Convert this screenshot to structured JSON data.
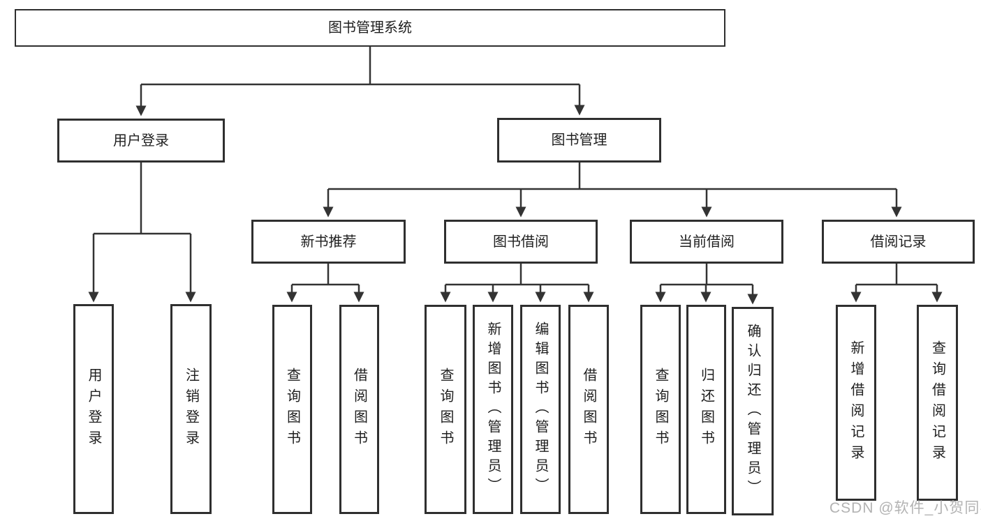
{
  "diagram": {
    "title_node": "图书管理系统",
    "level2": {
      "user_login": "用户登录",
      "book_management": "图书管理"
    },
    "level3": {
      "new_book_recommend": "新书推荐",
      "book_borrow": "图书借阅",
      "current_borrow": "当前借阅",
      "borrow_records": "借阅记录"
    },
    "leaves": {
      "login": "用户登录",
      "logout": "注销登录",
      "nb_query": "查询图书",
      "nb_borrow": "借阅图书",
      "bw_query": "查询图书",
      "bw_add": "新增图书（管理员）",
      "bw_edit": "编辑图书（管理员）",
      "bw_borrow": "借阅图书",
      "cur_query": "查询图书",
      "cur_return": "归还图书",
      "cur_confirm": "确认归还（管理员）",
      "rec_add": "新增借阅记录",
      "rec_query": "查询借阅记录"
    }
  },
  "watermark": "CSDN @软件_小贺同学",
  "colors": {
    "line": "#333333",
    "border": "#2f2f2f",
    "text": "#1f1f1f",
    "watermark": "#b3b3b3",
    "background": "#ffffff"
  }
}
